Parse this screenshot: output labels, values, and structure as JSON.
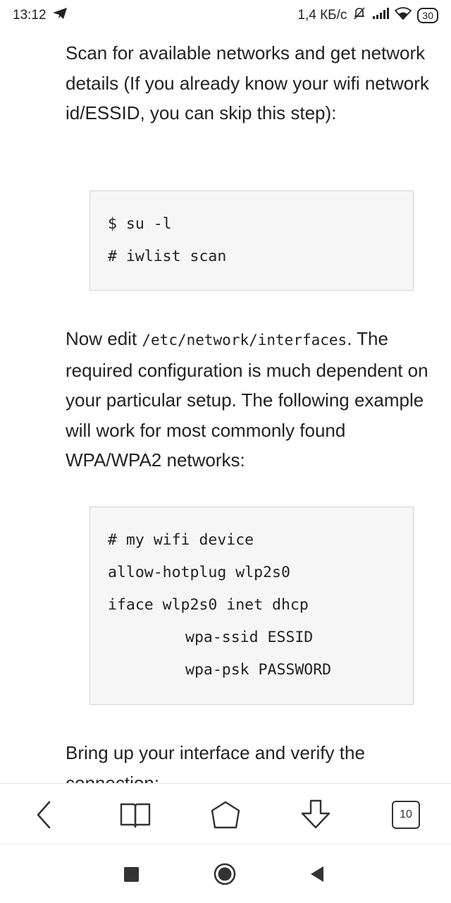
{
  "status_bar": {
    "time": "13:12",
    "network_speed": "1,4 КБ/с",
    "battery": "30",
    "icons": [
      "telegram-icon",
      "bell-muted-icon",
      "signal-icon",
      "wifi-icon",
      "battery-icon"
    ]
  },
  "article": {
    "intro_text": "Scan for available networks and get network details (If you already know your wifi network id/ESSID, you can skip this step):",
    "code_block_1": [
      "$ su -l",
      "# iwlist scan"
    ],
    "edit_prefix": "Now edit ",
    "edit_path": "/etc/network/interfaces",
    "edit_suffix": ". The required configuration is much dependent on your particular setup. The following example will work for most commonly found WPA/WPA2 networks:",
    "code_block_2": [
      "# my wifi device",
      "allow-hotplug wlp2s0",
      "iface wlp2s0 inet dhcp",
      "wpa-ssid ESSID",
      "wpa-psk PASSWORD"
    ],
    "bring_up_text": "Bring up your interface and verify the connection:"
  },
  "toolbar": {
    "buttons": [
      "back-icon",
      "bookmarks-icon",
      "home-icon",
      "download-icon",
      "tabs-icon"
    ],
    "tab_count": "10"
  },
  "navbar": {
    "buttons": [
      "recents-icon",
      "home-circle-icon",
      "back-triangle-icon"
    ]
  },
  "colors": {
    "text": "#222222",
    "code_bg": "#f6f6f6",
    "code_border": "#d4d4d4"
  }
}
